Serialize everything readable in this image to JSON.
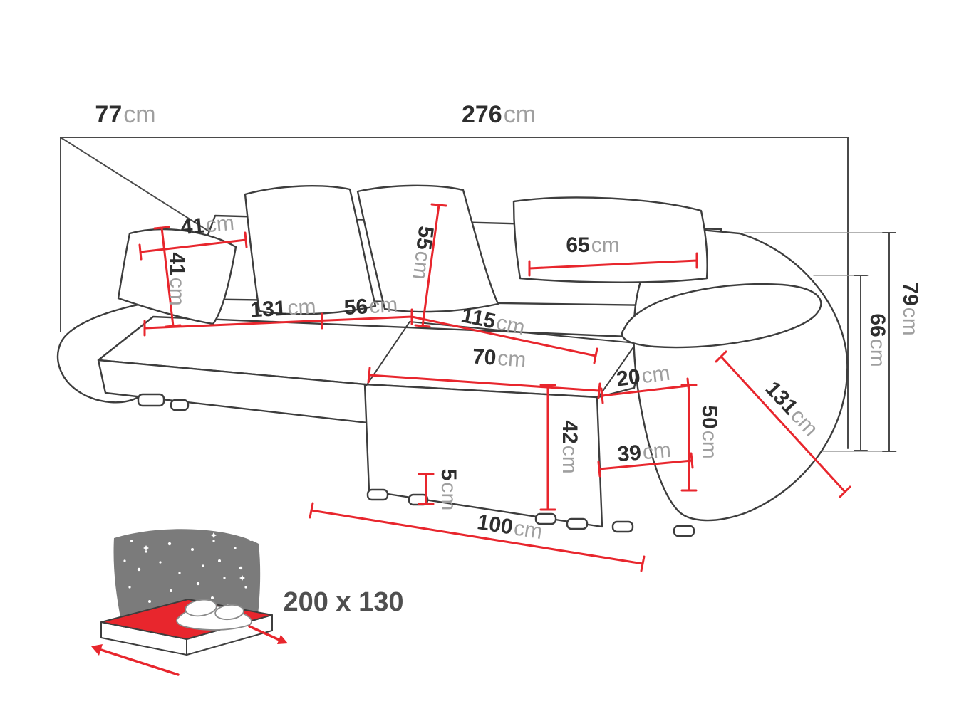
{
  "colors": {
    "dimension_line_red": "#e8262d",
    "outline": "#3d3d3d",
    "value_text": "#2e2e2e",
    "unit_text": "#9f9f9f",
    "icon_background_gray": "#7b7b7b",
    "icon_mattress_red": "#e8262d"
  },
  "dims": {
    "overall_depth": {
      "v": "77",
      "u": "cm"
    },
    "overall_width": {
      "v": "276",
      "u": "cm"
    },
    "small_pillow_width": {
      "v": "41",
      "u": "cm"
    },
    "small_pillow_height": {
      "v": "41",
      "u": "cm"
    },
    "back_cushion_height": {
      "v": "55",
      "u": "cm"
    },
    "back_cushion_width": {
      "v": "65",
      "u": "cm"
    },
    "seat_width": {
      "v": "131",
      "u": "cm"
    },
    "seat_depth": {
      "v": "56",
      "u": "cm"
    },
    "seat_diagonal": {
      "v": "115",
      "u": "cm"
    },
    "chaise_seat_width": {
      "v": "70",
      "u": "cm"
    },
    "armrest_width": {
      "v": "20",
      "u": "cm"
    },
    "chaise_front_height": {
      "v": "42",
      "u": "cm"
    },
    "base_height": {
      "v": "39",
      "u": "cm"
    },
    "armrest_cushion_height": {
      "v": "50",
      "u": "cm"
    },
    "chaise_side_length": {
      "v": "131",
      "u": "cm"
    },
    "armrest_height": {
      "v": "66",
      "u": "cm"
    },
    "overall_height": {
      "v": "79",
      "u": "cm"
    },
    "leg_height": {
      "v": "5",
      "u": "cm"
    },
    "chaise_depth": {
      "v": "100",
      "u": "cm"
    },
    "sleeping_area": {
      "v": "200 x 130",
      "u": ""
    }
  }
}
